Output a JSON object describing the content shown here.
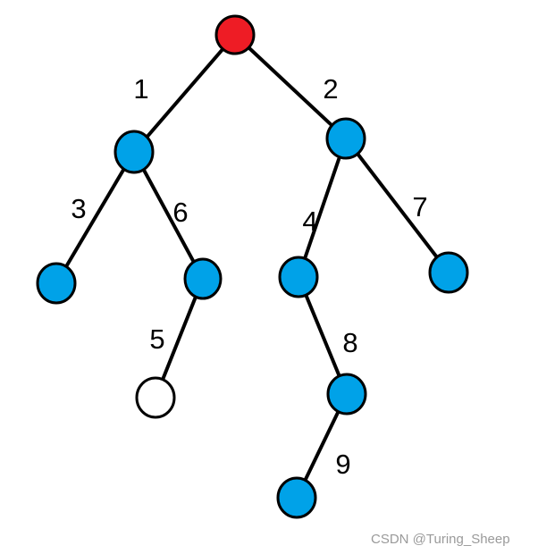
{
  "diagram": {
    "colors": {
      "root": "#ee1c25",
      "node": "#00a2e8",
      "empty": "#ffffff",
      "edge": "#000000"
    },
    "nodes": [
      {
        "id": "root",
        "fill": "root"
      },
      {
        "id": "a",
        "fill": "node"
      },
      {
        "id": "b",
        "fill": "node"
      },
      {
        "id": "c",
        "fill": "node"
      },
      {
        "id": "d",
        "fill": "node"
      },
      {
        "id": "e",
        "fill": "node"
      },
      {
        "id": "f",
        "fill": "node"
      },
      {
        "id": "g",
        "fill": "empty"
      },
      {
        "id": "h",
        "fill": "node"
      },
      {
        "id": "i",
        "fill": "node"
      }
    ],
    "edges": [
      {
        "from": "root",
        "to": "a",
        "label": "1"
      },
      {
        "from": "root",
        "to": "b",
        "label": "2"
      },
      {
        "from": "a",
        "to": "c",
        "label": "3"
      },
      {
        "from": "a",
        "to": "d",
        "label": "6"
      },
      {
        "from": "b",
        "to": "e",
        "label": "4"
      },
      {
        "from": "b",
        "to": "f",
        "label": "7"
      },
      {
        "from": "d",
        "to": "g",
        "label": "5"
      },
      {
        "from": "e",
        "to": "h",
        "label": "8"
      },
      {
        "from": "h",
        "to": "i",
        "label": "9"
      }
    ]
  },
  "watermark": "CSDN @Turing_Sheep"
}
